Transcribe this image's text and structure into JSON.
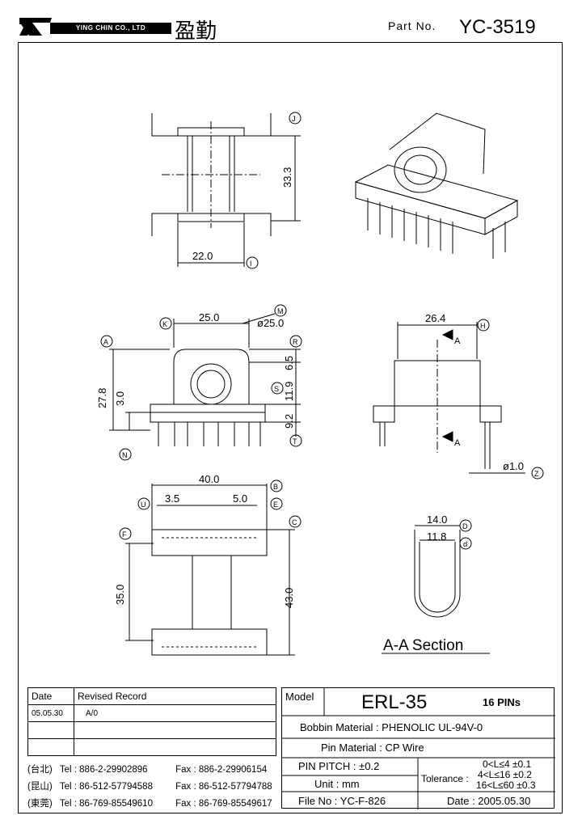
{
  "header": {
    "company_en": "YING CHIN CO., LTD",
    "company_cn": "盈勤",
    "part_no_label": "Part  No.",
    "part_no": "YC-3519"
  },
  "dimensions": {
    "top_view": {
      "height": "33.3",
      "width": "22.0",
      "ref_j": "J",
      "ref_i": "I"
    },
    "front_view": {
      "width": "25.0",
      "diameter": "ø25.0",
      "h_total": "27.8",
      "h_3": "3.0",
      "d_6_5": "6.5",
      "d_11_9": "11.9",
      "d_9_2": "9.2",
      "ref_k": "K",
      "ref_m": "M",
      "ref_a": "A",
      "ref_r": "R",
      "ref_s": "S",
      "ref_t": "T",
      "ref_n": "N"
    },
    "side_view": {
      "width": "26.4",
      "pin": "ø1.0",
      "ref_h": "H",
      "ref_z": "Z",
      "section_a": "A"
    },
    "bottom_view": {
      "width": "40.0",
      "pitch_3_5": "3.5",
      "pitch_5_0": "5.0",
      "h_35": "35.0",
      "h_43": "43.0",
      "ref_u": "U",
      "ref_b": "B",
      "ref_e": "E",
      "ref_c": "C",
      "ref_f": "F"
    },
    "section": {
      "outer": "14.0",
      "inner": "11.8",
      "ref_d_up": "D",
      "ref_d_low": "d",
      "title": "A-A  Section"
    }
  },
  "revisions": {
    "col_date": "Date",
    "col_record": "Revised  Record",
    "rows": [
      {
        "date": "05.05.30",
        "record": "A/0"
      },
      {
        "date": "",
        "record": ""
      },
      {
        "date": "",
        "record": ""
      }
    ]
  },
  "contacts": [
    {
      "city": "(台北)",
      "tel": "Tel : 886-2-29902896",
      "fax": "Fax : 886-2-29906154"
    },
    {
      "city": "(昆山)",
      "tel": "Tel : 86-512-57794588",
      "fax": "Fax : 86-512-57794788"
    },
    {
      "city": "(東莞)",
      "tel": "Tel : 86-769-85549610",
      "fax": "Fax : 86-769-85549617"
    }
  ],
  "spec": {
    "model_label": "Model",
    "model": "ERL-35",
    "pins": "16 PINs",
    "bobbin_material": "Bobbin  Material : PHENOLIC UL-94V-0",
    "pin_material": "Pin  Material : CP  Wire",
    "pin_pitch": "PIN  PITCH : ±0.2",
    "unit": "Unit : mm",
    "tolerance_label": "Tolerance :",
    "tol1": "0<L≤4    ±0.1",
    "tol2": "4<L≤16 ±0.2",
    "tol3": "16<L≤60 ±0.3",
    "file_no": "File  No : YC-F-826",
    "date": "Date : 2005.05.30"
  }
}
